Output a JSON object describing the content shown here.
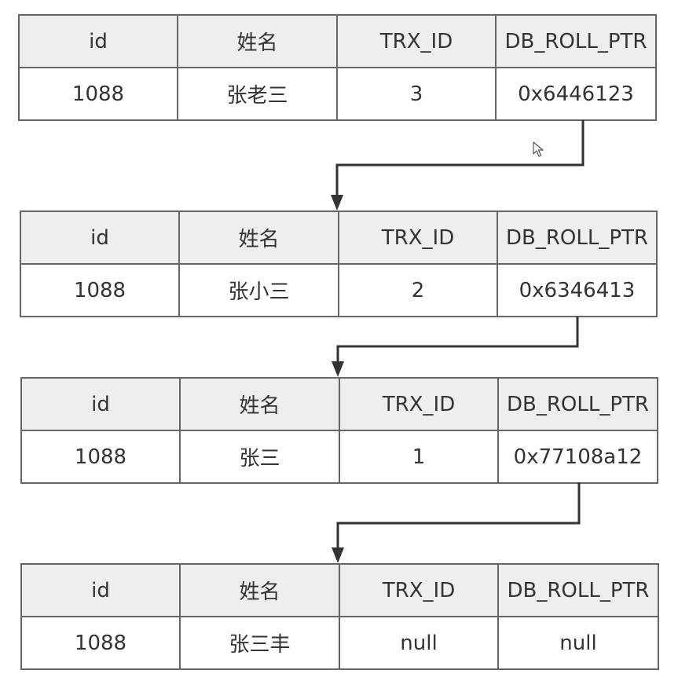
{
  "columns": [
    "id",
    "姓名",
    "TRX_ID",
    "DB_ROLL_PTR"
  ],
  "records": [
    {
      "id": "1088",
      "name": "张老三",
      "trx_id": "3",
      "roll_ptr": "0x6446123"
    },
    {
      "id": "1088",
      "name": "张小三",
      "trx_id": "2",
      "roll_ptr": "0x6346413"
    },
    {
      "id": "1088",
      "name": "张三",
      "trx_id": "1",
      "roll_ptr": "0x77108a12"
    },
    {
      "id": "1088",
      "name": "张三丰",
      "trx_id": "null",
      "roll_ptr": "null"
    }
  ],
  "colors": {
    "header_bg": "#eeeeee",
    "border": "#666666",
    "arrow": "#333333",
    "text": "#333333"
  }
}
